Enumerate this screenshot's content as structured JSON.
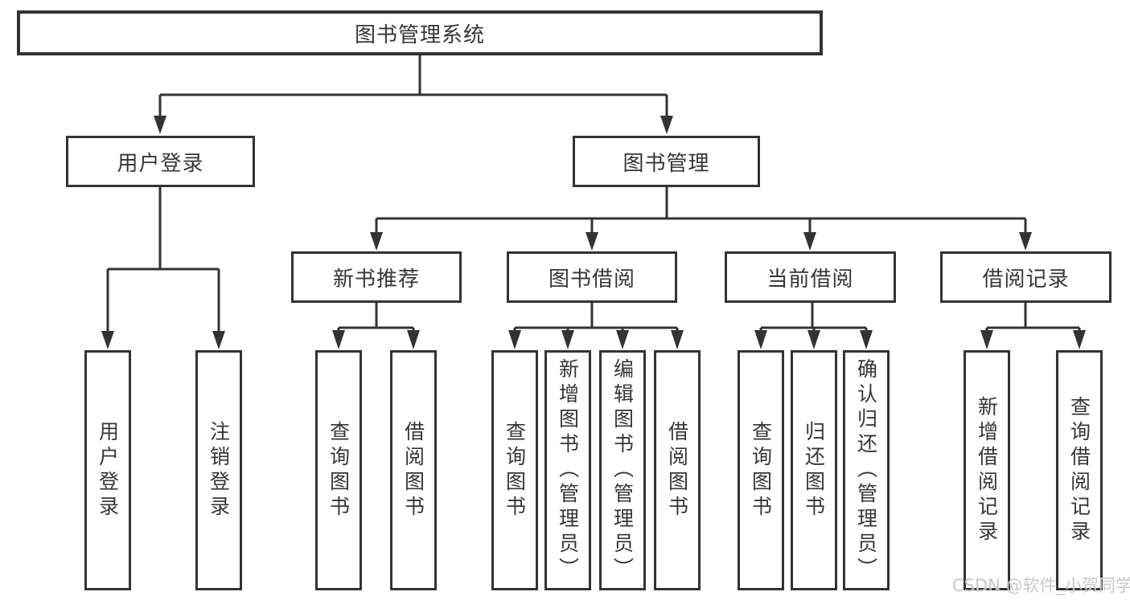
{
  "title": "图书管理系统",
  "nodes": {
    "root": {
      "label": "图书管理系统"
    },
    "level2": [
      {
        "label": "用户登录",
        "parent": "图书管理系统"
      },
      {
        "label": "图书管理",
        "parent": "图书管理系统"
      }
    ],
    "level3": [
      {
        "label": "新书推荐",
        "parent": "图书管理"
      },
      {
        "label": "图书借阅",
        "parent": "图书管理"
      },
      {
        "label": "当前借阅",
        "parent": "图书管理"
      },
      {
        "label": "借阅记录",
        "parent": "图书管理"
      }
    ],
    "leaves": [
      {
        "label": "用户登录",
        "parent": "用户登录"
      },
      {
        "label": "注销登录",
        "parent": "用户登录"
      },
      {
        "label": "查询图书",
        "parent": "新书推荐"
      },
      {
        "label": "借阅图书",
        "parent": "新书推荐"
      },
      {
        "label": "查询图书",
        "parent": "图书借阅"
      },
      {
        "label": "新增图书（管理员）",
        "parent": "图书借阅"
      },
      {
        "label": "编辑图书（管理员）",
        "parent": "图书借阅"
      },
      {
        "label": "借阅图书",
        "parent": "图书借阅"
      },
      {
        "label": "查询图书",
        "parent": "当前借阅"
      },
      {
        "label": "归还图书",
        "parent": "当前借阅"
      },
      {
        "label": "确认归还（管理员）",
        "parent": "当前借阅"
      },
      {
        "label": "新增借阅记录",
        "parent": "借阅记录"
      },
      {
        "label": "查询借阅记录",
        "parent": "借阅记录"
      }
    ]
  },
  "watermark": {
    "text": "CSDN @软件_小贺同学"
  },
  "colors": {
    "line": "#333333",
    "box_border": "#333333",
    "box_background": "#ffffff",
    "text": "#363636",
    "watermark": "#c3c3c3"
  }
}
